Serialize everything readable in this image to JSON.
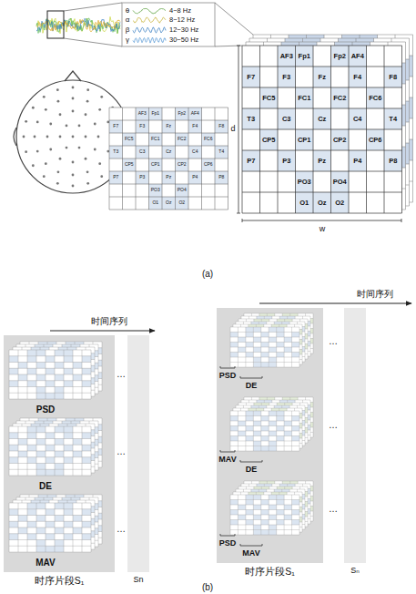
{
  "diagram": {
    "nodes": [
      {
        "text": [
          "时序片段S₁"
        ]
      },
      {
        "text": [
          "Sn"
        ]
      },
      {
        "text": [
          "时序片段S₁"
        ]
      },
      {
        "text": [
          "Sₙ"
        ]
      }
    ],
    "labels": [
      "θ",
      "4~8 Hz",
      "α",
      "8~12 Hz",
      "β",
      "12~30 Hz",
      "γ",
      "30~50 Hz",
      "AF3",
      "Fp1",
      "Fp2",
      "AF4",
      "F7",
      "F3",
      "Fz",
      "F4",
      "F8",
      "FC5",
      "FC1",
      "FC2",
      "FC6",
      "T3",
      "C3",
      "Cz",
      "C4",
      "T4",
      "CP5",
      "CP1",
      "CP2",
      "CP6",
      "P7",
      "P3",
      "Pz",
      "P4",
      "P8",
      "PO3",
      "PO4",
      "O1",
      "Oz",
      "O2",
      "d",
      "AF3",
      "Fp1",
      "Fp2",
      "AF4",
      "F7",
      "F3",
      "Fz",
      "F4",
      "F8",
      "FC5",
      "FC1",
      "FC2",
      "FC6",
      "T3",
      "C3",
      "Cz",
      "C4",
      "T4",
      "CP5",
      "CP1",
      "CP2",
      "CP6",
      "P7",
      "P3",
      "Pz",
      "P4",
      "P8",
      "PO3",
      "PO4",
      "O1",
      "Oz",
      "O2",
      "w",
      "(a)",
      "时间序列",
      "PSD",
      "DE",
      "MAV",
      "…",
      "…",
      "…",
      "时间序列",
      "PSD",
      "DE",
      "MAV",
      "DE",
      "PSD",
      "MAV",
      "…",
      "…",
      "…",
      "(b)"
    ]
  }
}
